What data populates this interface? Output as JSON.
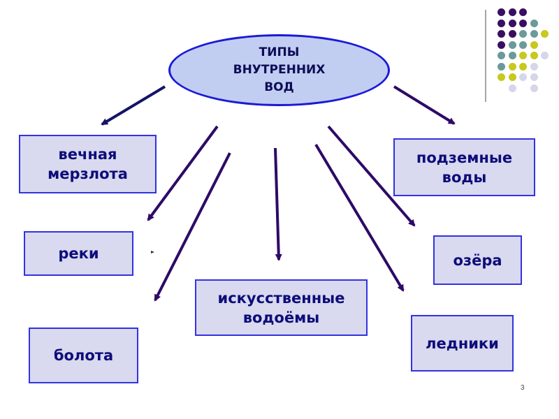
{
  "center": {
    "title": "ТИПЫ\nВНУТРЕННИХ\nВОД"
  },
  "nodes": [
    {
      "id": "permafrost",
      "label": "вечная\nмерзлота"
    },
    {
      "id": "groundwater",
      "label": "подземные\nводы"
    },
    {
      "id": "rivers",
      "label": "реки"
    },
    {
      "id": "lakes",
      "label": "озёра"
    },
    {
      "id": "reservoirs",
      "label": "искусственные\nводоёмы"
    },
    {
      "id": "swamps",
      "label": "болота"
    },
    {
      "id": "glaciers",
      "label": "ледники"
    }
  ],
  "colors": {
    "box_fill": "#d9d9ef",
    "box_border": "#3333e0",
    "text": "#0d0d7a",
    "ellipse_fill": "#c2cdf2",
    "ellipse_border": "#1a1ad6",
    "arrow_navy": "#141466",
    "arrow_purple": "#2e0a66",
    "dot_purple": "#3a0f63",
    "dot_teal": "#6a9a9a",
    "dot_yellow": "#c8c81e",
    "dot_lavender": "#d6d6ea"
  },
  "decor": {
    "dot_grid": [
      [
        "purple",
        "purple",
        "purple",
        null,
        null
      ],
      [
        "purple",
        "purple",
        "purple",
        "teal",
        null
      ],
      [
        "purple",
        "purple",
        "teal",
        "teal",
        "yellow"
      ],
      [
        "purple",
        "teal",
        "teal",
        "yellow",
        null
      ],
      [
        "teal",
        "teal",
        "yellow",
        "yellow",
        "lavender"
      ],
      [
        "teal",
        "yellow",
        "yellow",
        "lavender",
        null
      ],
      [
        "yellow",
        "yellow",
        "lavender",
        "lavender",
        null
      ],
      [
        null,
        "lavender",
        null,
        "lavender",
        null
      ]
    ]
  },
  "page_number": "3"
}
